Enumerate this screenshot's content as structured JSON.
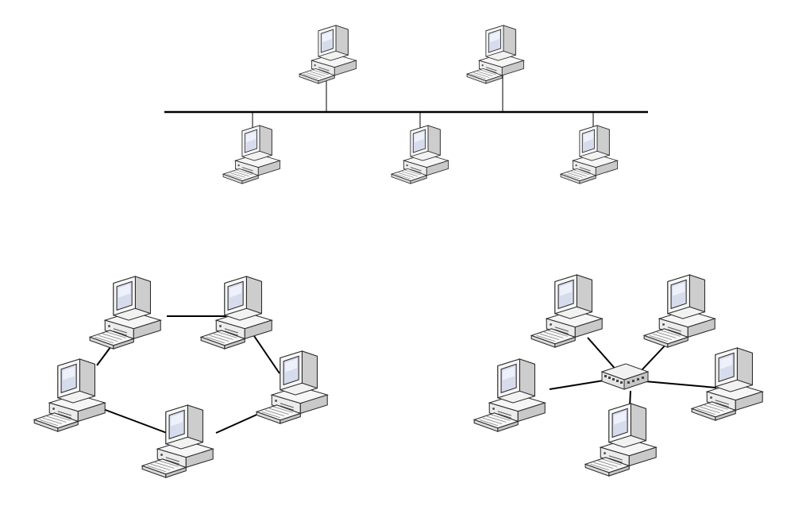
{
  "diagram": {
    "topologies": [
      {
        "kind": "bus",
        "node_count": 5
      },
      {
        "kind": "ring",
        "node_count": 5
      },
      {
        "kind": "star",
        "node_count": 5,
        "center": "switch-icon"
      }
    ],
    "icons": {
      "node": "desktop-computer-icon",
      "hub": "switch-icon"
    },
    "colors": {
      "line": "#000000",
      "monitor_body": "#f4f4f4",
      "monitor_side": "#cfcfcf",
      "screen": "#d7dced",
      "outline": "#2b2b2b",
      "background": "#ffffff"
    }
  }
}
